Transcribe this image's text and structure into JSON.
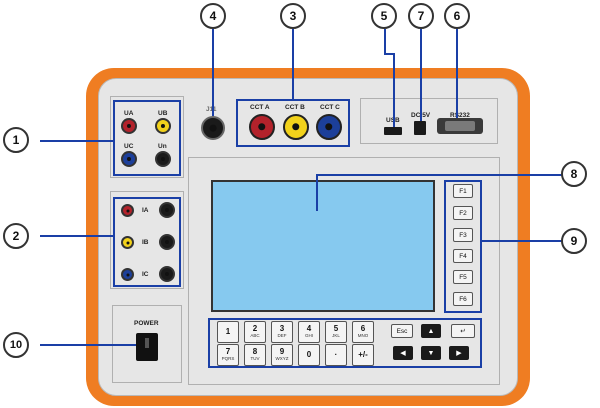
{
  "callouts": [
    "1",
    "2",
    "3",
    "4",
    "5",
    "6",
    "7",
    "8",
    "9",
    "10"
  ],
  "voltage_labels": [
    "UA",
    "UB",
    "UC",
    "Un"
  ],
  "current_labels": [
    "IA",
    "IB",
    "IC"
  ],
  "cct_labels": [
    "CCT  A",
    "CCT  B",
    "CCT  C"
  ],
  "jack_label_4": "J11",
  "usb_label": "USB",
  "dc_label": "DC 5V",
  "rs_label": "RS232",
  "power_label": "POWER",
  "fkeys": [
    "F1",
    "F2",
    "F3",
    "F4",
    "F5",
    "F6"
  ],
  "numkeys": [
    {
      "main": "1",
      "sub": ""
    },
    {
      "main": "2",
      "sub": "ABC"
    },
    {
      "main": "3",
      "sub": "DEF"
    },
    {
      "main": "4",
      "sub": "GHI"
    },
    {
      "main": "5",
      "sub": "JKL"
    },
    {
      "main": "6",
      "sub": "MNO"
    },
    {
      "main": "7",
      "sub": "PQRS"
    },
    {
      "main": "8",
      "sub": "TUV"
    },
    {
      "main": "9",
      "sub": "WXYZ"
    },
    {
      "main": "0",
      "sub": ""
    },
    {
      "main": "·",
      "sub": ""
    },
    {
      "main": "+/-",
      "sub": ""
    }
  ],
  "esc_label": "Esc",
  "nav_icons": {
    "up": "▲",
    "enter": "↵",
    "left": "◀",
    "down": "▼",
    "right": "▶"
  },
  "colors": {
    "frame": "#ef7d22",
    "panel": "#e6e6e6",
    "outline": "#1a3fa6",
    "screen": "#86c9ef",
    "jack_red": "#b3222b",
    "jack_yellow": "#f2d21b",
    "jack_blue": "#1c3f9a",
    "jack_black": "#1a1a1a"
  }
}
